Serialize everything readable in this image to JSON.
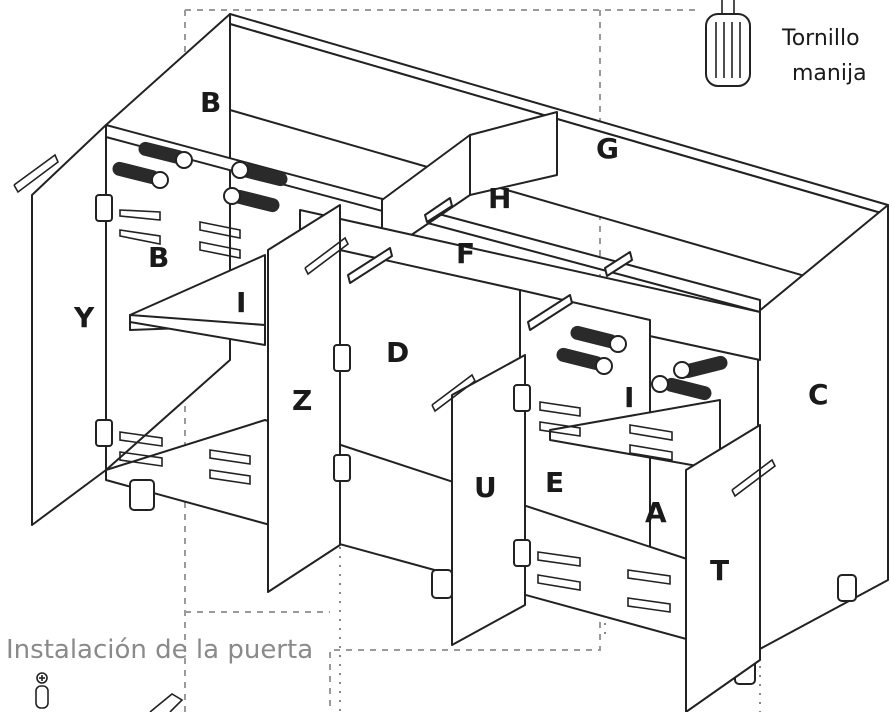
{
  "screw_legend": {
    "caption_line1": "Tornillo",
    "caption_line2": "manija"
  },
  "section_title": "Instalación de la puerta",
  "part_labels": {
    "B_top": "B",
    "G": "G",
    "H": "H",
    "F": "F",
    "B_left": "B",
    "I_left": "I",
    "Y": "Y",
    "D": "D",
    "Z": "Z",
    "U": "U",
    "E": "E",
    "I_right": "I",
    "C": "C",
    "A": "A",
    "T": "T"
  },
  "colors": {
    "line": "#222222",
    "caption_gray": "#8a8a8a",
    "dash_gray": "#9a9a9a"
  }
}
